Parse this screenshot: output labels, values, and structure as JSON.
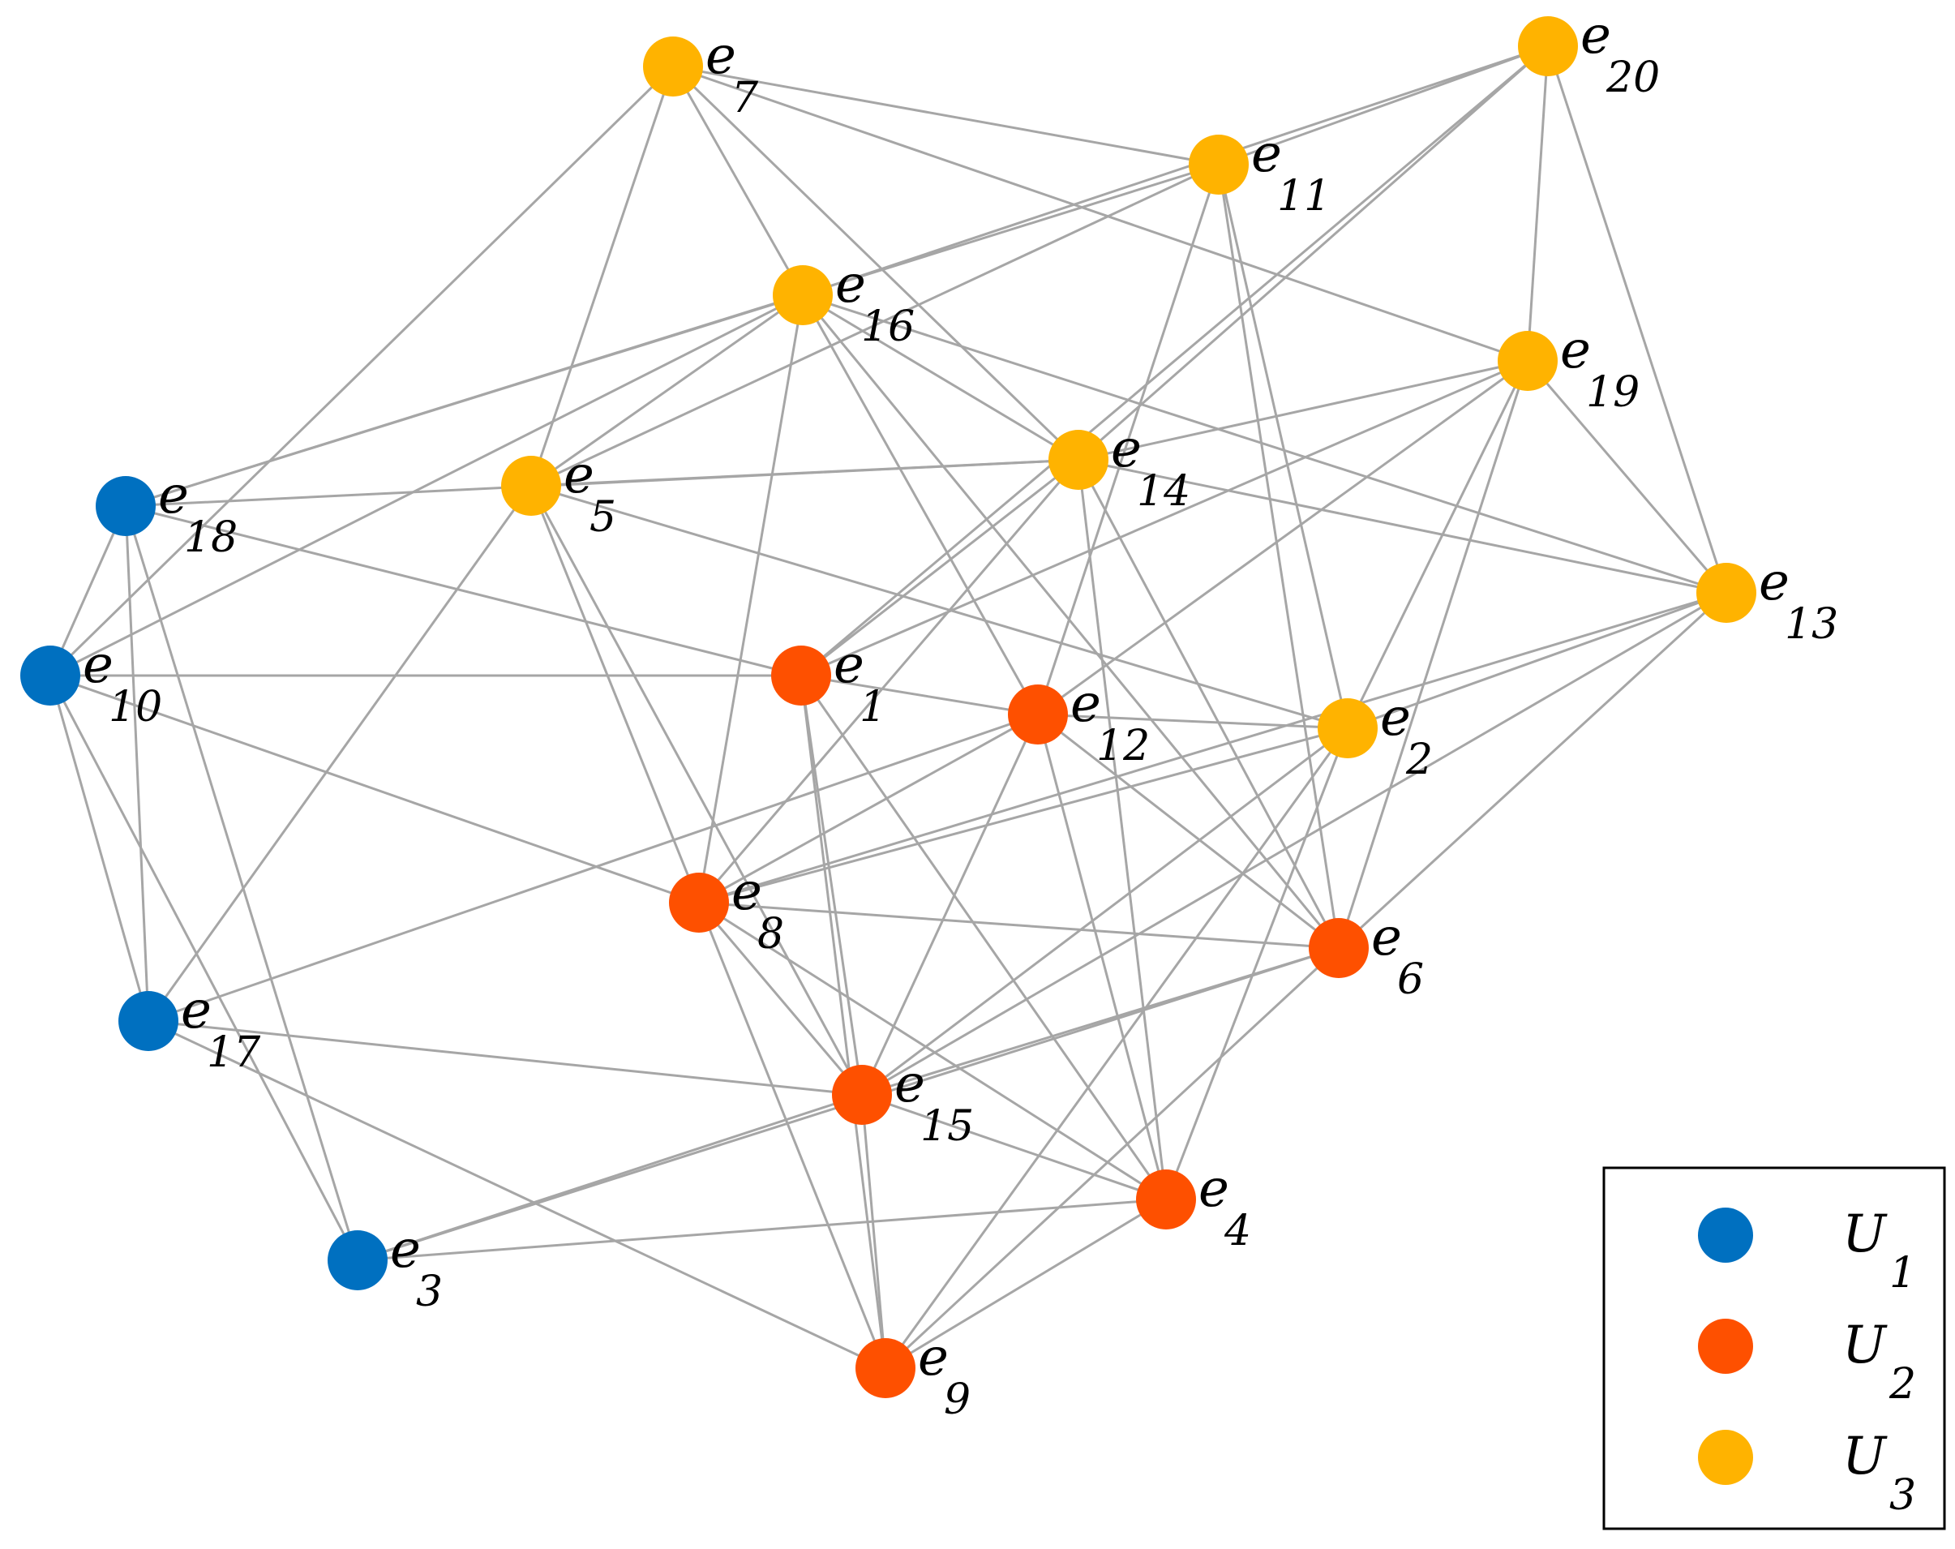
{
  "colors": {
    "U1": "#0070c0",
    "U2": "#fe5000",
    "U3": "#ffb300",
    "edge": "#a6a6a6"
  },
  "nodes": [
    {
      "id": "e1",
      "letter": "e",
      "index": "1",
      "group": "U2"
    },
    {
      "id": "e2",
      "letter": "e",
      "index": "2",
      "group": "U3"
    },
    {
      "id": "e3",
      "letter": "e",
      "index": "3",
      "group": "U1"
    },
    {
      "id": "e4",
      "letter": "e",
      "index": "4",
      "group": "U2"
    },
    {
      "id": "e5",
      "letter": "e",
      "index": "5",
      "group": "U3"
    },
    {
      "id": "e6",
      "letter": "e",
      "index": "6",
      "group": "U2"
    },
    {
      "id": "e7",
      "letter": "e",
      "index": "7",
      "group": "U3"
    },
    {
      "id": "e8",
      "letter": "e",
      "index": "8",
      "group": "U2"
    },
    {
      "id": "e9",
      "letter": "e",
      "index": "9",
      "group": "U2"
    },
    {
      "id": "e10",
      "letter": "e",
      "index": "10",
      "group": "U1"
    },
    {
      "id": "e11",
      "letter": "e",
      "index": "11",
      "group": "U3"
    },
    {
      "id": "e12",
      "letter": "e",
      "index": "12",
      "group": "U2"
    },
    {
      "id": "e13",
      "letter": "e",
      "index": "13",
      "group": "U3"
    },
    {
      "id": "e14",
      "letter": "e",
      "index": "14",
      "group": "U3"
    },
    {
      "id": "e15",
      "letter": "e",
      "index": "15",
      "group": "U2"
    },
    {
      "id": "e16",
      "letter": "e",
      "index": "16",
      "group": "U3"
    },
    {
      "id": "e17",
      "letter": "e",
      "index": "17",
      "group": "U1"
    },
    {
      "id": "e18",
      "letter": "e",
      "index": "18",
      "group": "U1"
    },
    {
      "id": "e19",
      "letter": "e",
      "index": "19",
      "group": "U3"
    },
    {
      "id": "e20",
      "letter": "e",
      "index": "20",
      "group": "U3"
    }
  ],
  "edges": [
    [
      "e7",
      "e11"
    ],
    [
      "e7",
      "e16"
    ],
    [
      "e7",
      "e14"
    ],
    [
      "e7",
      "e19"
    ],
    [
      "e7",
      "e5"
    ],
    [
      "e7",
      "e10"
    ],
    [
      "e20",
      "e11"
    ],
    [
      "e20",
      "e16"
    ],
    [
      "e20",
      "e14"
    ],
    [
      "e20",
      "e1"
    ],
    [
      "e20",
      "e19"
    ],
    [
      "e20",
      "e13"
    ],
    [
      "e11",
      "e18"
    ],
    [
      "e11",
      "e5"
    ],
    [
      "e11",
      "e12"
    ],
    [
      "e11",
      "e2"
    ],
    [
      "e11",
      "e6"
    ],
    [
      "e16",
      "e18"
    ],
    [
      "e16",
      "e10"
    ],
    [
      "e16",
      "e5"
    ],
    [
      "e16",
      "e14"
    ],
    [
      "e16",
      "e13"
    ],
    [
      "e16",
      "e12"
    ],
    [
      "e16",
      "e6"
    ],
    [
      "e16",
      "e8"
    ],
    [
      "e19",
      "e14"
    ],
    [
      "e19",
      "e1"
    ],
    [
      "e19",
      "e12"
    ],
    [
      "e19",
      "e13"
    ],
    [
      "e19",
      "e2"
    ],
    [
      "e19",
      "e6"
    ],
    [
      "e14",
      "e18"
    ],
    [
      "e14",
      "e5"
    ],
    [
      "e14",
      "e13"
    ],
    [
      "e14",
      "e1"
    ],
    [
      "e14",
      "e8"
    ],
    [
      "e14",
      "e6"
    ],
    [
      "e14",
      "e4"
    ],
    [
      "e18",
      "e1"
    ],
    [
      "e18",
      "e10"
    ],
    [
      "e18",
      "e17"
    ],
    [
      "e18",
      "e3"
    ],
    [
      "e5",
      "e2"
    ],
    [
      "e5",
      "e8"
    ],
    [
      "e5",
      "e17"
    ],
    [
      "e5",
      "e15"
    ],
    [
      "e10",
      "e1"
    ],
    [
      "e10",
      "e8"
    ],
    [
      "e10",
      "e17"
    ],
    [
      "e10",
      "e3"
    ],
    [
      "e1",
      "e12"
    ],
    [
      "e1",
      "e15"
    ],
    [
      "e1",
      "e9"
    ],
    [
      "e1",
      "e4"
    ],
    [
      "e12",
      "e2"
    ],
    [
      "e12",
      "e8"
    ],
    [
      "e12",
      "e17"
    ],
    [
      "e12",
      "e15"
    ],
    [
      "e12",
      "e6"
    ],
    [
      "e12",
      "e4"
    ],
    [
      "e2",
      "e8"
    ],
    [
      "e2",
      "e13"
    ],
    [
      "e2",
      "e15"
    ],
    [
      "e2",
      "e9"
    ],
    [
      "e2",
      "e4"
    ],
    [
      "e13",
      "e8"
    ],
    [
      "e13",
      "e6"
    ],
    [
      "e13",
      "e15"
    ],
    [
      "e8",
      "e6"
    ],
    [
      "e8",
      "e15"
    ],
    [
      "e8",
      "e9"
    ],
    [
      "e8",
      "e4"
    ],
    [
      "e6",
      "e15"
    ],
    [
      "e6",
      "e3"
    ],
    [
      "e6",
      "e9"
    ],
    [
      "e17",
      "e15"
    ],
    [
      "e17",
      "e9"
    ],
    [
      "e15",
      "e3"
    ],
    [
      "e15",
      "e4"
    ],
    [
      "e15",
      "e9"
    ],
    [
      "e3",
      "e4"
    ],
    [
      "e4",
      "e9"
    ]
  ],
  "legend": [
    {
      "group": "U1",
      "letter": "U",
      "index": "1"
    },
    {
      "group": "U2",
      "letter": "U",
      "index": "2"
    },
    {
      "group": "U3",
      "letter": "U",
      "index": "3"
    }
  ]
}
